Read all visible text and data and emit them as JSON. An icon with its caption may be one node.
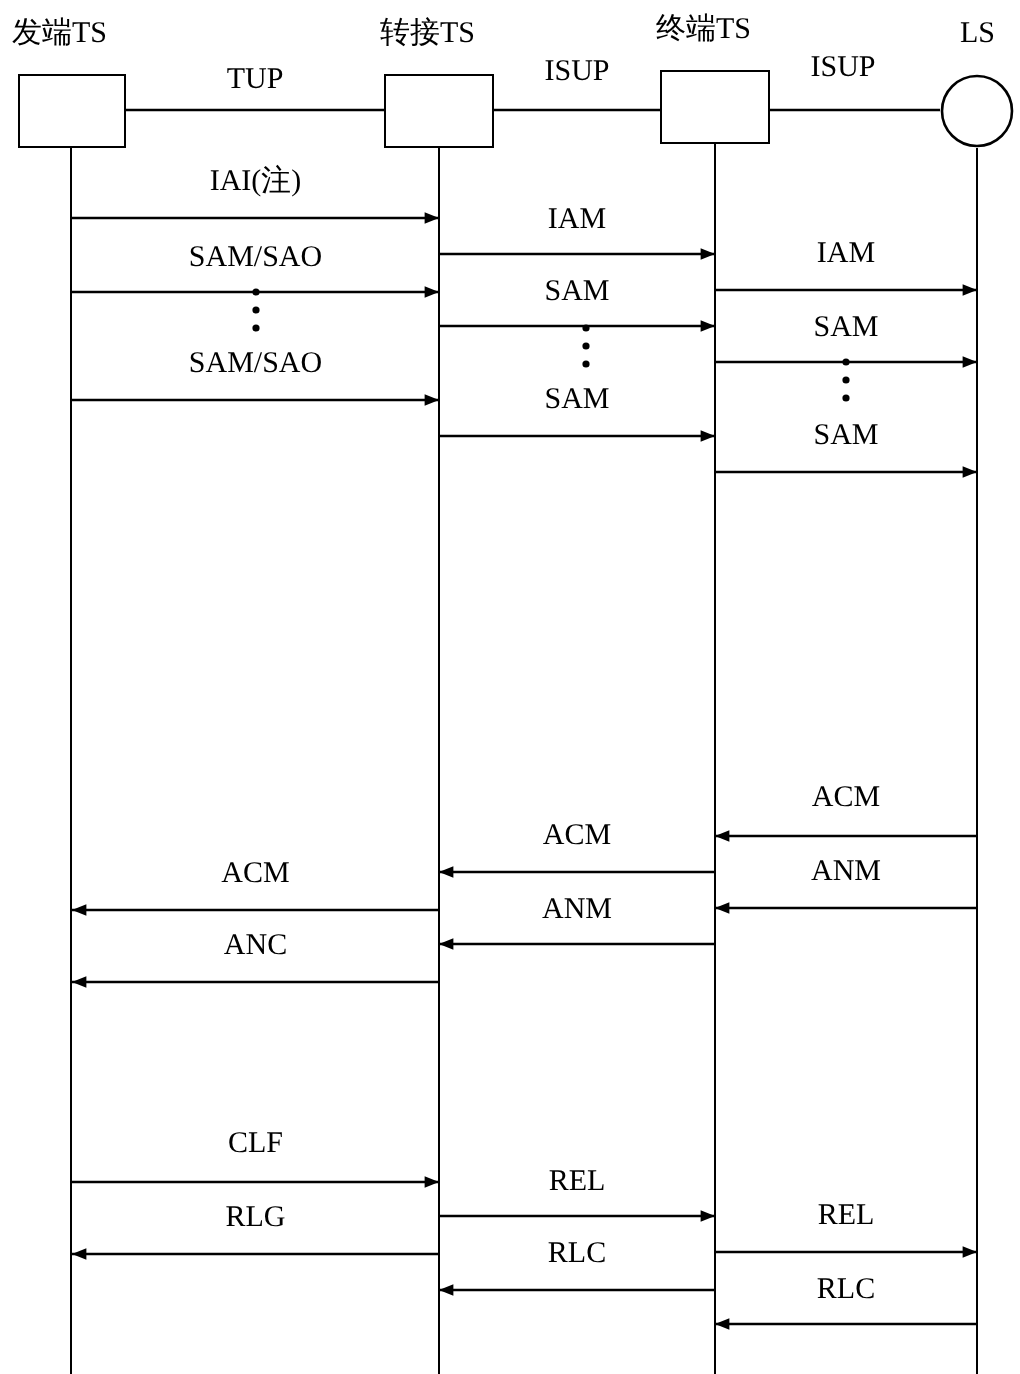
{
  "diagram": {
    "nodes": [
      {
        "text": [
          "发端TS"
        ]
      },
      {
        "text": [
          "转接TS"
        ]
      },
      {
        "text": [
          "终端TS"
        ]
      },
      {
        "text": [
          "LS"
        ]
      },
      {
        "text": [],
        "shape": "line"
      },
      {
        "text": [],
        "shape": "line"
      },
      {
        "text": [],
        "shape": "line"
      },
      {
        "text": [],
        "shape": "line"
      }
    ],
    "edges": [
      {
        "from": 0,
        "to": 1,
        "arrow": "none",
        "label": "TUP"
      },
      {
        "from": 1,
        "to": 2,
        "arrow": "none",
        "label": "ISUP"
      },
      {
        "from": 2,
        "to": 3,
        "arrow": "none",
        "label": "ISUP"
      },
      {
        "from": 4,
        "to": 5,
        "arrow": "to",
        "label": "IAI(注)"
      },
      {
        "from": 5,
        "to": 6,
        "arrow": "to",
        "label": "IAM"
      },
      {
        "from": 6,
        "to": 7,
        "arrow": "to",
        "label": "IAM"
      },
      {
        "from": 4,
        "to": 5,
        "arrow": "to",
        "label": "SAM/SAO"
      },
      {
        "from": 5,
        "to": 6,
        "arrow": "to",
        "label": "SAM"
      },
      {
        "from": 6,
        "to": 7,
        "arrow": "to",
        "label": "SAM"
      },
      {
        "from": 4,
        "to": 5,
        "arrow": "to",
        "label": "SAM/SAO"
      },
      {
        "from": 5,
        "to": 6,
        "arrow": "to",
        "label": "SAM"
      },
      {
        "from": 6,
        "to": 7,
        "arrow": "to",
        "label": "SAM"
      },
      {
        "from": 7,
        "to": 6,
        "arrow": "to",
        "label": "ACM"
      },
      {
        "from": 6,
        "to": 5,
        "arrow": "to",
        "label": "ACM"
      },
      {
        "from": 7,
        "to": 6,
        "arrow": "to",
        "label": "ANM"
      },
      {
        "from": 5,
        "to": 4,
        "arrow": "to",
        "label": "ACM"
      },
      {
        "from": 6,
        "to": 5,
        "arrow": "to",
        "label": "ANM"
      },
      {
        "from": 5,
        "to": 4,
        "arrow": "to",
        "label": "ANC"
      },
      {
        "from": 4,
        "to": 5,
        "arrow": "to",
        "label": "CLF"
      },
      {
        "from": 5,
        "to": 6,
        "arrow": "to",
        "label": "REL"
      },
      {
        "from": 5,
        "to": 4,
        "arrow": "to",
        "label": "RLG"
      },
      {
        "from": 6,
        "to": 7,
        "arrow": "to",
        "label": "REL"
      },
      {
        "from": 6,
        "to": 5,
        "arrow": "to",
        "label": "RLC"
      },
      {
        "from": 7,
        "to": 6,
        "arrow": "to",
        "label": "RLC"
      }
    ]
  }
}
